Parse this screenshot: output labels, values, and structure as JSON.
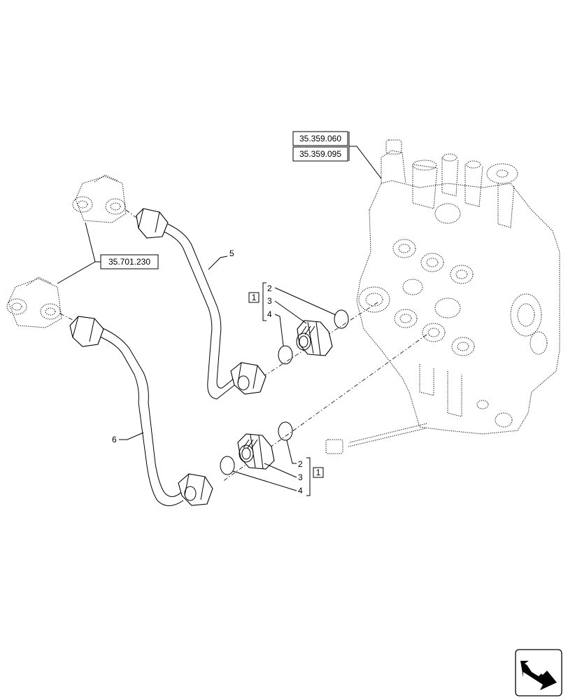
{
  "references": {
    "valve_ref_1": "35.359.060",
    "valve_ref_2": "35.359.095",
    "tee_ref": "35.701.230"
  },
  "callouts": {
    "upper": {
      "kit": "1",
      "items": [
        "2",
        "3",
        "4"
      ]
    },
    "lower": {
      "kit": "1",
      "items": [
        "2",
        "3",
        "4"
      ]
    },
    "pipe_upper": "5",
    "pipe_lower": "6"
  }
}
